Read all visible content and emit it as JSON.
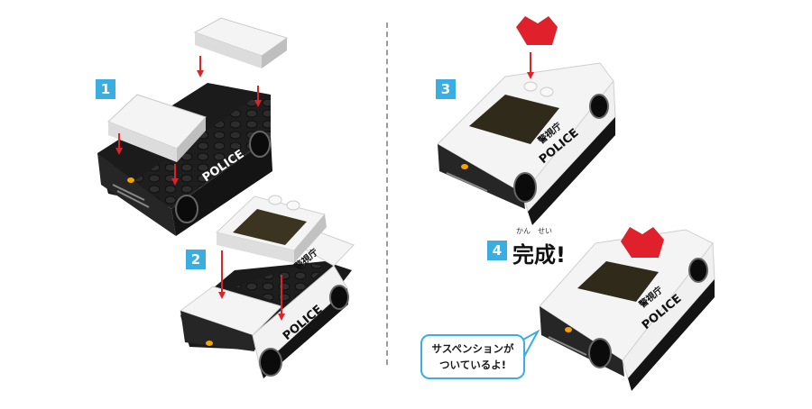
{
  "steps": [
    {
      "number": "1"
    },
    {
      "number": "2"
    },
    {
      "number": "3"
    },
    {
      "number": "4",
      "label": "完成!",
      "ruby_kan": "かん",
      "ruby_sei": "せい"
    }
  ],
  "car": {
    "side_text": "POLICE",
    "roof_text": "警視庁"
  },
  "bubble": {
    "line1": "サスペンションが",
    "line2": "ついているよ!"
  },
  "colors": {
    "badge": "#3aaee0",
    "arrow": "#d9252a",
    "siren": "#e0212b",
    "body_black": "#1b1b1b",
    "body_white": "#f4f4f4"
  }
}
